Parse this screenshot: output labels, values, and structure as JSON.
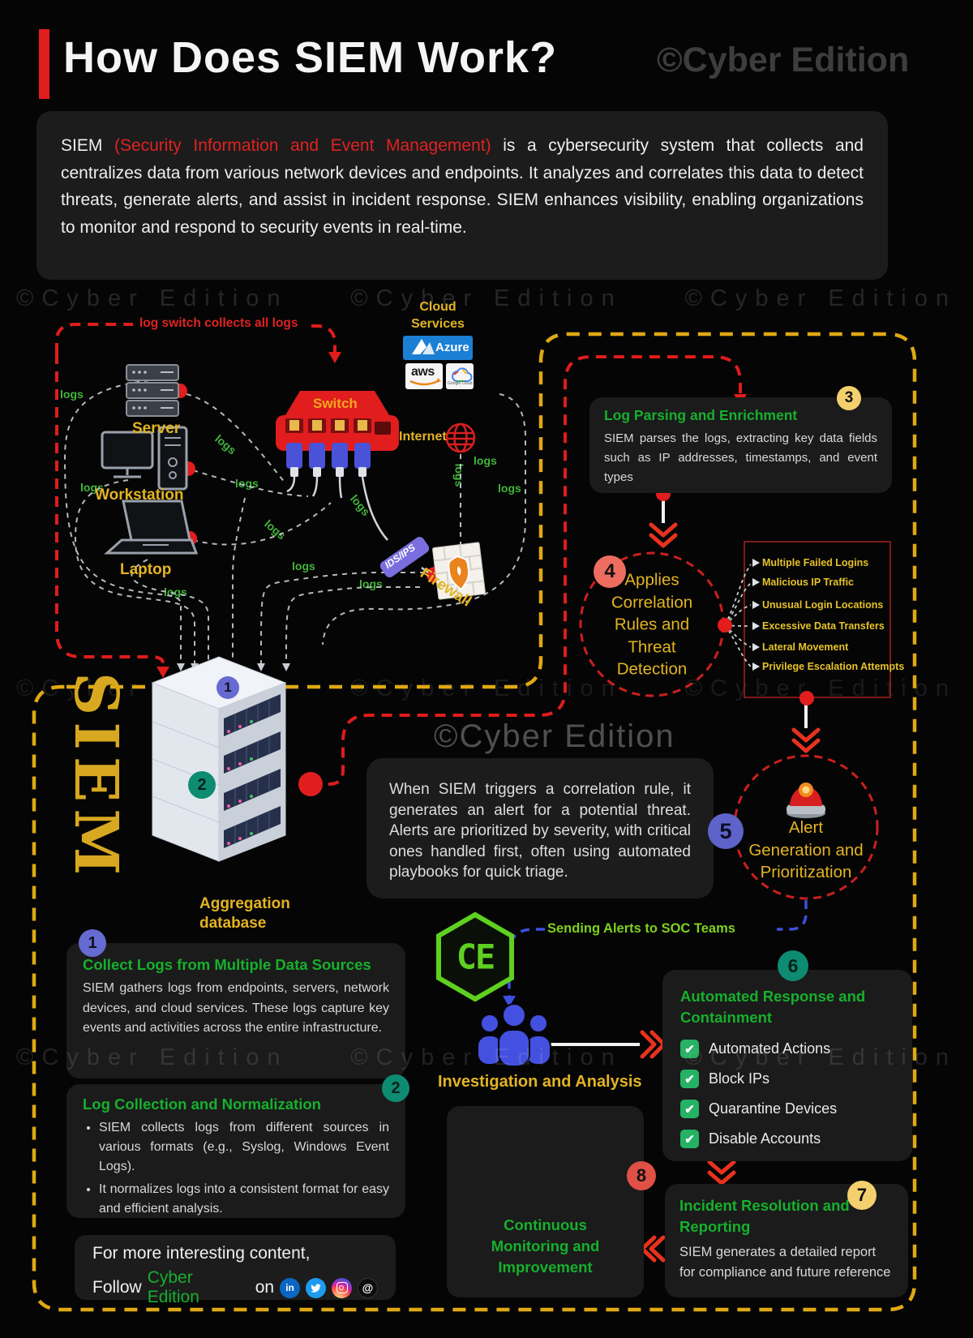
{
  "header": {
    "title": "How Does SIEM Work?",
    "watermark": "©Cyber Edition"
  },
  "intro": {
    "lead": "SIEM ",
    "highlight": "(Security Information and Event Management)",
    "body": " is a cybersecurity system that collects and centralizes data from various network devices and endpoints. It analyzes and correlates this data to detect threats, generate alerts, and assist in incident response. SIEM enhances visibility, enabling organizations to monitor and respond to security events in real-time."
  },
  "watermark": {
    "text": "©Cyber Edition"
  },
  "network": {
    "flow_note": "log switch collects all logs",
    "log_label": "logs",
    "server": "Server",
    "workstation": "Workstation",
    "laptop": "Laptop",
    "switch": "Switch",
    "internet": "Internet",
    "firewall": "Firewall",
    "ids": "IDS/IPS",
    "cloud_title": "Cloud Services",
    "azure": "Azure",
    "aws": "aws",
    "gcp": "Google Cloud"
  },
  "siem": {
    "vertical_label": "SIEM",
    "db_line1": "Aggregation",
    "db_line2": "database"
  },
  "steps": {
    "step1": {
      "num": "1",
      "title": "Collect Logs from Multiple Data Sources",
      "body": "SIEM gathers logs from endpoints, servers, network devices, and cloud services. These logs capture key events and activities across the entire infrastructure."
    },
    "step2": {
      "num": "2",
      "title": "Log Collection and Normalization",
      "bullets": [
        "SIEM collects logs from different sources in various formats (e.g., Syslog, Windows Event Logs).",
        "It normalizes logs into a consistent format for easy and efficient analysis."
      ]
    },
    "step3": {
      "num": "3",
      "title": "Log Parsing and Enrichment",
      "body": "SIEM parses the logs, extracting key data fields such as IP addresses, timestamps, and event types"
    },
    "step4": {
      "num": "4",
      "lines": [
        "Applies",
        "Correlation",
        "Rules and",
        "Threat",
        "Detection"
      ],
      "rules": [
        "Multiple Failed Logins",
        "Malicious IP Traffic",
        "Unusual Login Locations",
        "Excessive Data Transfers",
        "Lateral Movement",
        "Privilege Escalation Attempts"
      ]
    },
    "step5": {
      "num": "5",
      "lines": [
        "Alert",
        "Generation and",
        "Prioritization"
      ],
      "note": "When SIEM triggers a correlation rule, it generates an alert for a potential threat. Alerts are prioritized by severity, with critical ones handled first, often using automated playbooks for quick triage.",
      "soc_label": "Sending Alerts to SOC Teams",
      "team_label": "Investigation and Analysis"
    },
    "step6": {
      "num": "6",
      "title": "Automated Response and Containment",
      "actions": [
        "Automated Actions",
        "Block IPs",
        "Quarantine Devices",
        "Disable Accounts"
      ]
    },
    "step7": {
      "num": "7",
      "title": "Incident Resolution and Reporting",
      "body": "SIEM generates a detailed report for compliance and future reference"
    },
    "step8": {
      "num": "8",
      "title": "Continuous Monitoring and Improvement"
    }
  },
  "branding": {
    "ce_logo": "CE"
  },
  "footer": {
    "line1": "For more interesting content,",
    "follow_pre": "Follow",
    "brand": "Cyber Edition",
    "follow_post": "on",
    "icon_linkedin": "in",
    "icon_threads": "@"
  },
  "colors": {
    "accent_red": "#e11d1d",
    "dashed_yellow": "#e0a912",
    "green": "#16b02c",
    "badge_blue": "#666bd1",
    "badge_teal": "#0d8c72",
    "badge_yellow": "#f3cf6e",
    "badge_salmon": "#ed6d60",
    "badge_red": "#e05045",
    "blue_dash": "#3c50e0"
  }
}
